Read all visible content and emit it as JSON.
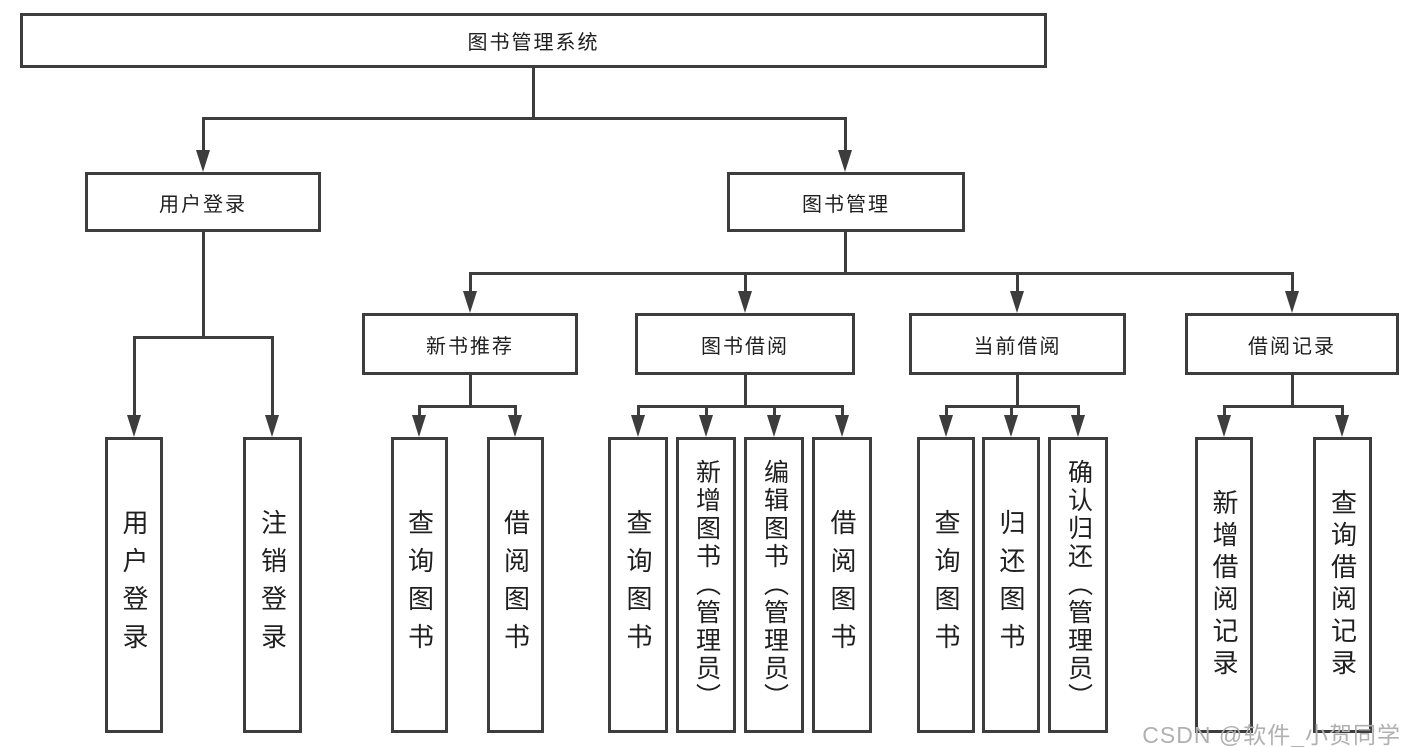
{
  "colors": {
    "line": "#3d3d3d",
    "text": "#1f1f1f",
    "watermark": "#b0b0b0",
    "background": "#ffffff"
  },
  "tree": {
    "label": "图书管理系统",
    "children": [
      {
        "label": "用户登录",
        "children": [
          {
            "label": "用户登录"
          },
          {
            "label": "注销登录"
          }
        ]
      },
      {
        "label": "图书管理",
        "children": [
          {
            "label": "新书推荐",
            "children": [
              {
                "label": "查询图书"
              },
              {
                "label": "借阅图书"
              }
            ]
          },
          {
            "label": "图书借阅",
            "children": [
              {
                "label": "查询图书"
              },
              {
                "label": "新增图书（管理员）"
              },
              {
                "label": "编辑图书（管理员）"
              },
              {
                "label": "借阅图书"
              }
            ]
          },
          {
            "label": "当前借阅",
            "children": [
              {
                "label": "查询图书"
              },
              {
                "label": "归还图书"
              },
              {
                "label": "确认归还（管理员）"
              }
            ]
          },
          {
            "label": "借阅记录",
            "children": [
              {
                "label": "新增借阅记录"
              },
              {
                "label": "查询借阅记录"
              }
            ]
          }
        ]
      }
    ]
  },
  "watermark": "CSDN @软件_小贺同学"
}
